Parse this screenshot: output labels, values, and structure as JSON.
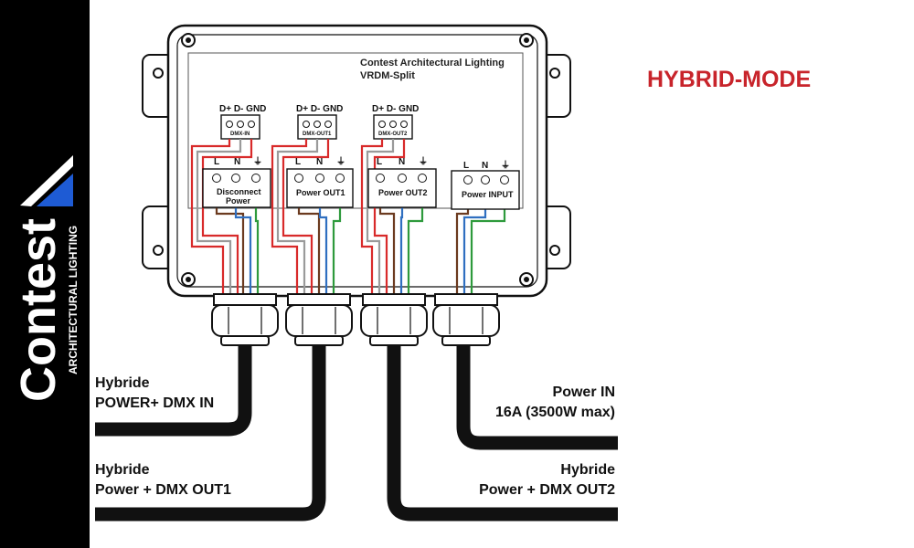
{
  "brand": {
    "name": "Contest",
    "tagline": "ARCHITECTURAL LIGHTING",
    "accent_color": "#1e5bd4"
  },
  "mode_title": "HYBRID-MODE",
  "mode_color": "#c8242b",
  "device": {
    "maker": "Contest Architectural Lighting",
    "model": "VRDM-Split"
  },
  "dmx_pins": "D+  D-  GND",
  "dmx_connectors": [
    "DMX-IN",
    "DMX-OUT1",
    "DMX-OUT2"
  ],
  "power_pins": {
    "l": "L",
    "n": "N"
  },
  "power_blocks": [
    {
      "label_line1": "Disconnect",
      "label_line2": "Power"
    },
    {
      "label_line1": "Power OUT1",
      "label_line2": ""
    },
    {
      "label_line1": "Power OUT2",
      "label_line2": ""
    },
    {
      "label_line1": "Power INPUT",
      "label_line2": ""
    }
  ],
  "cables": [
    {
      "line1": "Hybride",
      "line2": "POWER+ DMX IN"
    },
    {
      "line1": "Hybride",
      "line2": "Power + DMX OUT1"
    },
    {
      "line1": "Hybride",
      "line2": "Power + DMX OUT2"
    },
    {
      "line1": "Power IN",
      "line2": "16A (3500W max)"
    }
  ],
  "wire_colors": {
    "red": "#d82a2a",
    "grey": "#9a9a9a",
    "brown": "#6b3a1f",
    "blue": "#2f6fc0",
    "green": "#2e9a3c"
  }
}
